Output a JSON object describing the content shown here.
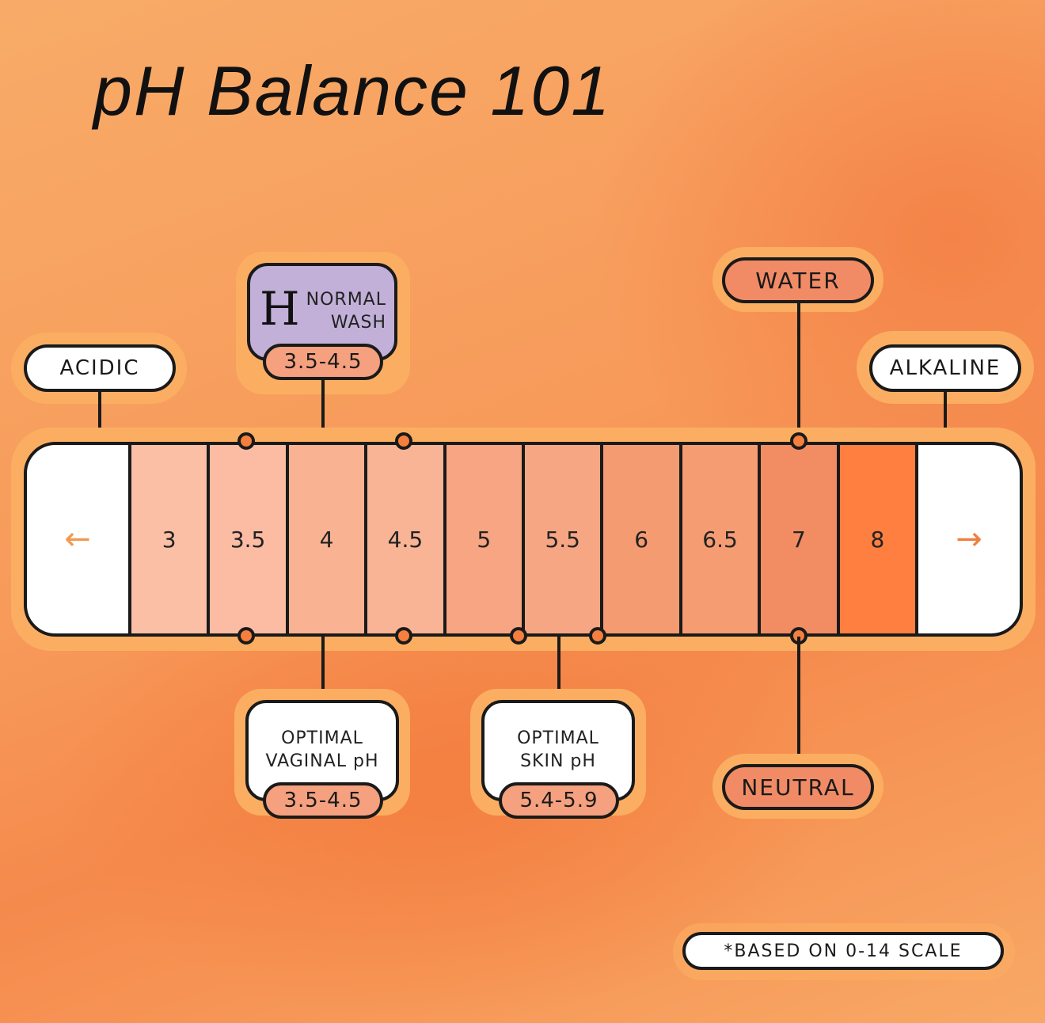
{
  "title": "pH Balance 101",
  "colors": {
    "cells": [
      "#fbbfa5",
      "#fbbca3",
      "#f9b393",
      "#f9b395",
      "#f7a582",
      "#f7a684",
      "#f59b72",
      "#f69c73",
      "#f28c63",
      "#fe7f3f"
    ],
    "purple_box": "#c2b0d8",
    "accent": "#f47f3e"
  },
  "scale": {
    "left_arrow": "←",
    "right_arrow": "→",
    "values": [
      "3",
      "3.5",
      "4",
      "4.5",
      "5",
      "5.5",
      "6",
      "6.5",
      "7",
      "8"
    ]
  },
  "labels": {
    "acidic": "ACIDIC",
    "alkaline": "ALKALINE",
    "water": "WATER",
    "neutral": "NEUTRAL"
  },
  "normal_wash": {
    "logo": "H",
    "line1": "NORMAL",
    "line2": "WASH",
    "range": "3.5-4.5"
  },
  "optimal_vaginal": {
    "line1": "OPTIMAL",
    "line2": "VAGINAL pH",
    "range": "3.5-4.5"
  },
  "optimal_skin": {
    "line1": "OPTIMAL",
    "line2": "SKIN pH",
    "range": "5.4-5.9"
  },
  "footnote": "*BASED ON 0-14 SCALE"
}
